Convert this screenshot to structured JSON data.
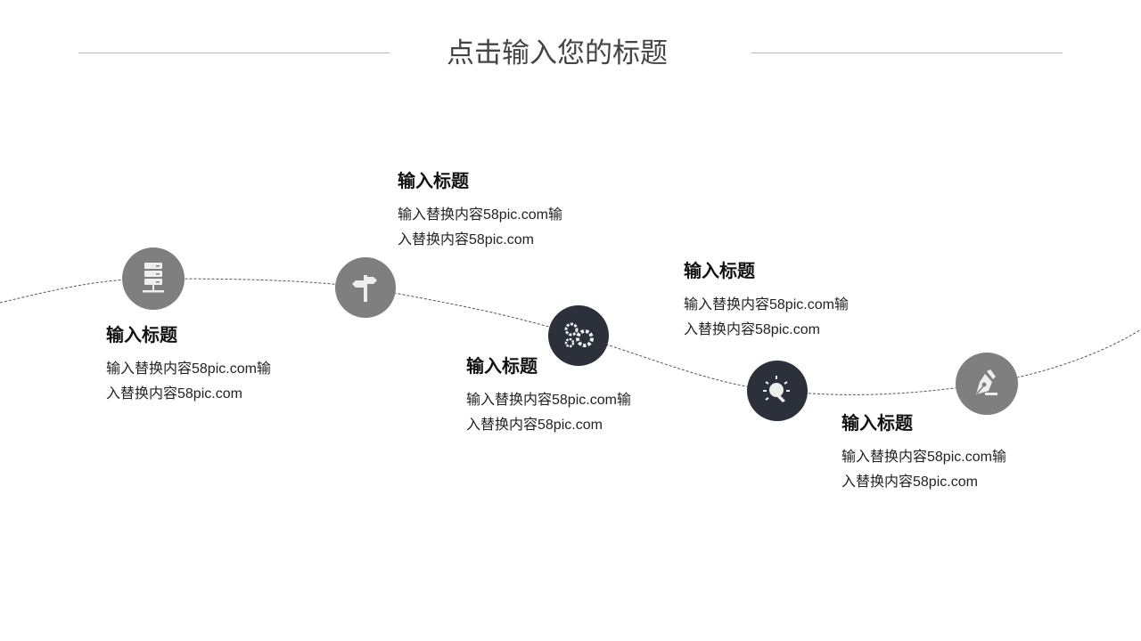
{
  "header": {
    "title": "点击输入您的标题"
  },
  "colors": {
    "gray": "#7f7f7f",
    "dark": "#2b303b"
  },
  "steps": [
    {
      "icon": "server-icon",
      "title": "输入标题",
      "line1": "输入替换内容58pic.com输",
      "line2": "入替换内容58pic.com"
    },
    {
      "icon": "signpost-icon",
      "title": "输入标题",
      "line1": "输入替换内容58pic.com输",
      "line2": "入替换内容58pic.com"
    },
    {
      "icon": "gears-icon",
      "title": "输入标题",
      "line1": "输入替换内容58pic.com输",
      "line2": "入替换内容58pic.com"
    },
    {
      "icon": "lightbulb-icon",
      "title": "输入标题",
      "line1": "输入替换内容58pic.com输",
      "line2": "入替换内容58pic.com"
    },
    {
      "icon": "pen-nib-icon",
      "title": "输入标题",
      "line1": "输入替换内容58pic.com输",
      "line2": "入替换内容58pic.com"
    }
  ]
}
